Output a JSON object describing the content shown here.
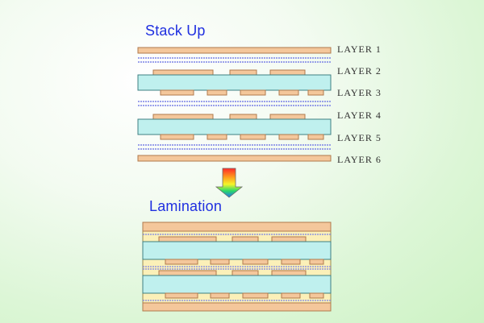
{
  "stack_up": {
    "title": "Stack Up",
    "layers": [
      {
        "label": "LAYER 1"
      },
      {
        "label": "LAYER 2"
      },
      {
        "label": "LAYER 3"
      },
      {
        "label": "LAYER 4"
      },
      {
        "label": "LAYER 5"
      },
      {
        "label": "LAYER 6"
      }
    ]
  },
  "lamination": {
    "title": "Lamination"
  },
  "colors": {
    "foil": "#f4c79b",
    "foil_stroke": "#b07a4c",
    "core": "#bff0ee",
    "core_stroke": "#3f7f82",
    "prepreg_line": "#7b82e6",
    "prepreg_fill": "#fbf0b8",
    "title": "#1f2fe0"
  }
}
